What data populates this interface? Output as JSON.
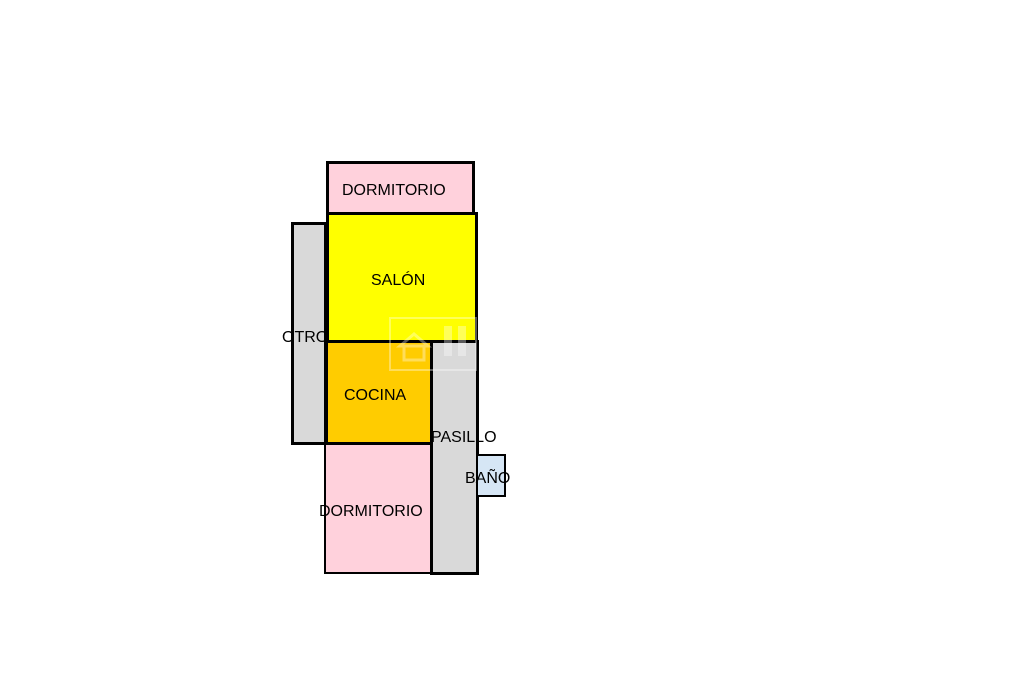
{
  "floor_plan": {
    "rooms": {
      "dormitorio_top": {
        "label": "DORMITORIO",
        "color": "#ffd1dc"
      },
      "salon": {
        "label": "SALÓN",
        "color": "#ffff00"
      },
      "otro": {
        "label": "OTRO",
        "color": "#d9d9d9"
      },
      "cocina": {
        "label": "COCINA",
        "color": "#ffcc00"
      },
      "pasillo": {
        "label": "PASILLO",
        "color": "#d9d9d9"
      },
      "bano": {
        "label": "BAÑO",
        "color": "#d6e6f5"
      },
      "dormitorio_bottom": {
        "label": "DORMITORIO",
        "color": "#ffd1dc"
      }
    }
  }
}
